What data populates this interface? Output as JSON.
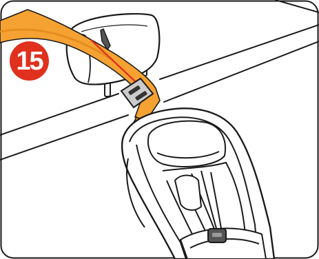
{
  "step": {
    "number": "15",
    "badge_color": "#e0301e"
  },
  "colors": {
    "belt": "#f5a233",
    "belt_shadow": "#e58d1e",
    "line": "#1a1a1a",
    "buckle": "#333333",
    "background": "#ffffff"
  },
  "icons": {
    "headrest": "vehicle-headrest",
    "belt": "seat-belt",
    "buckle": "belt-buckle",
    "seat": "child-car-seat"
  }
}
